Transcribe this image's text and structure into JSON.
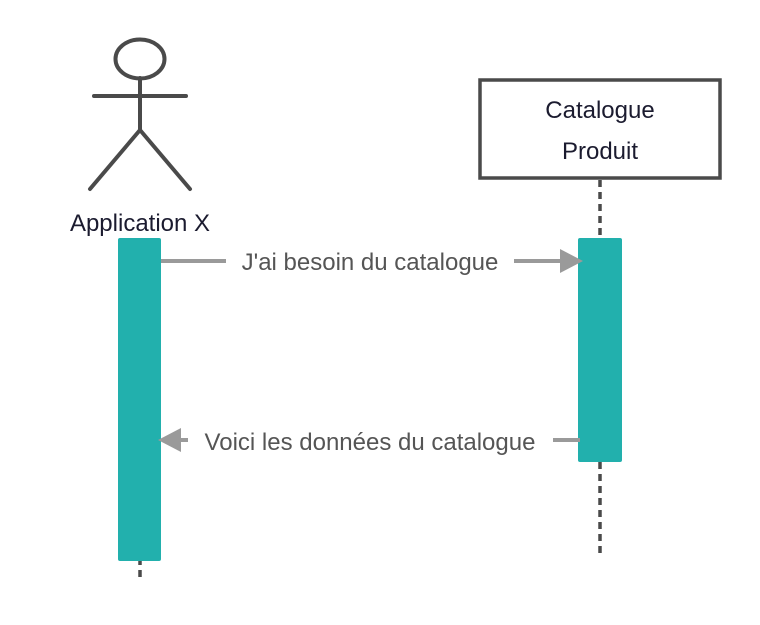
{
  "diagram": {
    "type": "sequence",
    "participants": [
      {
        "kind": "actor",
        "label": "Application X"
      },
      {
        "kind": "object",
        "label_lines": [
          "Catalogue",
          "Produit"
        ]
      }
    ],
    "messages": [
      {
        "from": "Application X",
        "to": "Catalogue Produit",
        "label": "J'ai besoin du catalogue"
      },
      {
        "from": "Catalogue Produit",
        "to": "Application X",
        "label": "Voici les données du catalogue"
      }
    ],
    "colors": {
      "activation": "#22b0ad",
      "outline": "#4a4a4a",
      "arrow": "#9a9a9a",
      "message_text": "#555555",
      "name_text": "#1b1b2f"
    }
  }
}
